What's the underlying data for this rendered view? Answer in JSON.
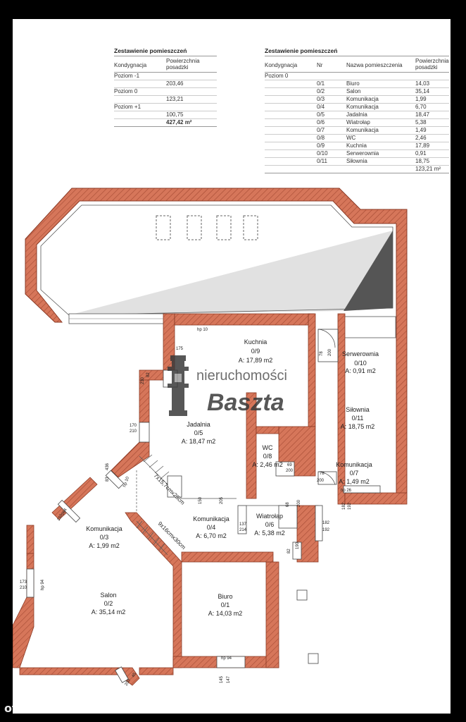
{
  "summary_table": {
    "title": "Zestawienie pomieszczeń",
    "col1": "Kondygnacja",
    "col2a": "Powierzchnia",
    "col2b": "posadzki",
    "rows": [
      {
        "level": "Poziom -1",
        "area": "203,46"
      },
      {
        "level": "Poziom 0",
        "area": "123,21"
      },
      {
        "level": "Poziom +1",
        "area": "100,75"
      }
    ],
    "total": "427,42 m²"
  },
  "room_table": {
    "title": "Zestawienie pomieszczeń",
    "col1": "Kondygnacja",
    "col2": "Nr",
    "col3": "Nazwa pomieszczenia",
    "col4a": "Powierzchnia",
    "col4b": "posadzki",
    "level": "Poziom 0",
    "rows": [
      {
        "nr": "0/1",
        "name": "Biuro",
        "area": "14,03"
      },
      {
        "nr": "0/2",
        "name": "Salon",
        "area": "35,14"
      },
      {
        "nr": "0/3",
        "name": "Komunikacja",
        "area": "1,99"
      },
      {
        "nr": "0/4",
        "name": "Komunikacja",
        "area": "6,70"
      },
      {
        "nr": "0/5",
        "name": "Jadalnia",
        "area": "18,47"
      },
      {
        "nr": "0/6",
        "name": "Wiatrołap",
        "area": "5,38"
      },
      {
        "nr": "0/7",
        "name": "Komunikacja",
        "area": "1,49"
      },
      {
        "nr": "0/8",
        "name": "WC",
        "area": "2,46"
      },
      {
        "nr": "0/9",
        "name": "Kuchnia",
        "area": "17,89"
      },
      {
        "nr": "0/10",
        "name": "Serwerownia",
        "area": "0,91"
      },
      {
        "nr": "0/11",
        "name": "Siłownia",
        "area": "18,75"
      }
    ],
    "total": "123,21 m²"
  },
  "rooms": {
    "kuchnia": {
      "name": "Kuchnia",
      "nr": "0/9",
      "area": "A: 17,89 m2"
    },
    "serwerownia": {
      "name": "Serwerownia",
      "nr": "0/10",
      "area": "A: 0,91 m2"
    },
    "silownia": {
      "name": "Siłownia",
      "nr": "0/11",
      "area": "A: 18,75 m2"
    },
    "jadalnia": {
      "name": "Jadalnia",
      "nr": "0/5",
      "area": "A: 18,47 m2"
    },
    "wc": {
      "name": "WC",
      "nr": "0/8",
      "area": "A: 2,46 m2"
    },
    "komunikacja7": {
      "name": "Komunikacja",
      "nr": "0/7",
      "area": "A: 1,49 m2"
    },
    "komunikacja3": {
      "name": "Komunikacja",
      "nr": "0/3",
      "area": "A: 1,99 m2"
    },
    "komunikacja4": {
      "name": "Komunikacja",
      "nr": "0/4",
      "area": "A: 6,70 m2"
    },
    "wiatrolap": {
      "name": "Wiatrołap",
      "nr": "0/6",
      "area": "A: 5,38 m2"
    },
    "salon": {
      "name": "Salon",
      "nr": "0/2",
      "area": "A: 35,14 m2"
    },
    "biuro": {
      "name": "Biuro",
      "nr": "0/1",
      "area": "A: 14,03 m2"
    }
  },
  "dimensions": {
    "hp10": "hp 10",
    "d175": "175",
    "d230a": "230",
    "d82": "82",
    "d170": "170",
    "d210a": "210",
    "d78": "78",
    "d200a": "200",
    "d69": "69",
    "d200b": "200",
    "d78b": "78",
    "d200c": "200",
    "hp26": "hp 26",
    "d182": "182",
    "d192": "192",
    "d150": "150",
    "d205": "205",
    "d137": "137",
    "d214": "214",
    "d68": "68",
    "d200d": "200",
    "d182b": "182",
    "d192b": "192",
    "d82b": "82",
    "d190": "190",
    "d83": "83",
    "d436": "436",
    "hp10b": "hp 10",
    "d264": "264",
    "d210b": "210",
    "d173": "173",
    "d210c": "210",
    "hp94a": "hp 94",
    "hp94b": "hp 94",
    "d145": "145",
    "d147": "147",
    "d45": "45",
    "d200e": "200",
    "stairs1": "7x15,7cmx28cm",
    "stairs2": "9x16cmx30cm"
  },
  "watermark": {
    "line1": "nieruchomości",
    "line2": "Baszta"
  },
  "footer_logo": "otodom"
}
